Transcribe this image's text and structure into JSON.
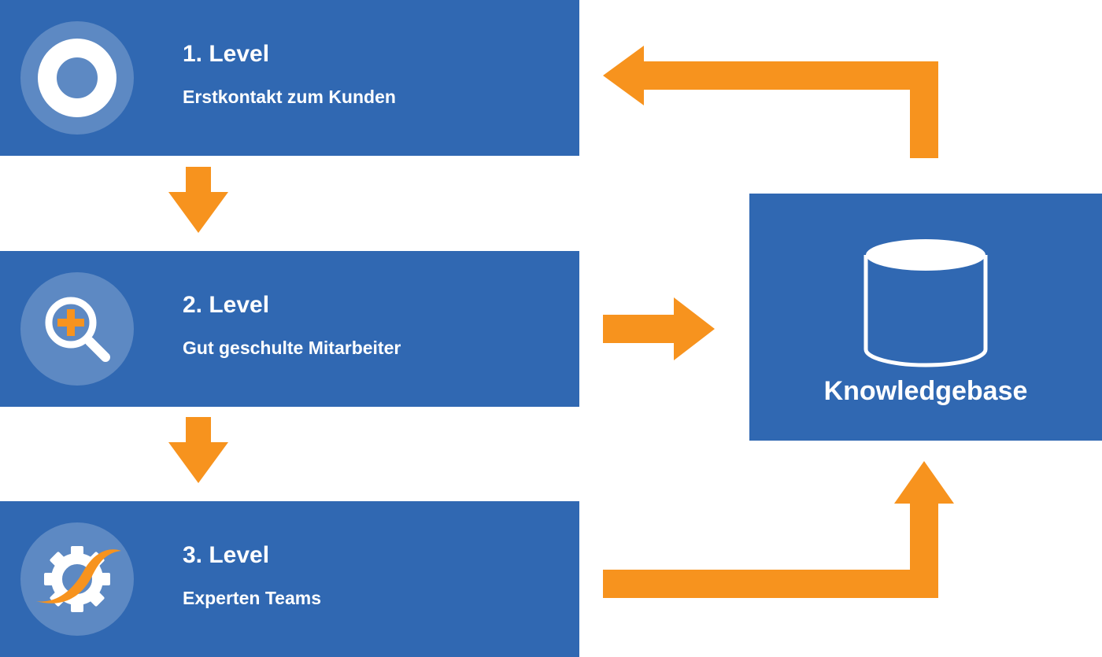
{
  "levels": [
    {
      "title": "1. Level",
      "subtitle": "Erstkontakt zum Kunden",
      "icon": "ring-icon"
    },
    {
      "title": "2. Level",
      "subtitle": "Gut geschulte Mitarbeiter",
      "icon": "magnifier-plus-icon"
    },
    {
      "title": "3. Level",
      "subtitle": "Experten Teams",
      "icon": "gear-swoosh-icon"
    }
  ],
  "knowledgebase": {
    "label": "Knowledgebase",
    "icon": "database-icon"
  },
  "colors": {
    "box": "#3068b2",
    "arrow": "#f7931e",
    "text": "#ffffff"
  }
}
